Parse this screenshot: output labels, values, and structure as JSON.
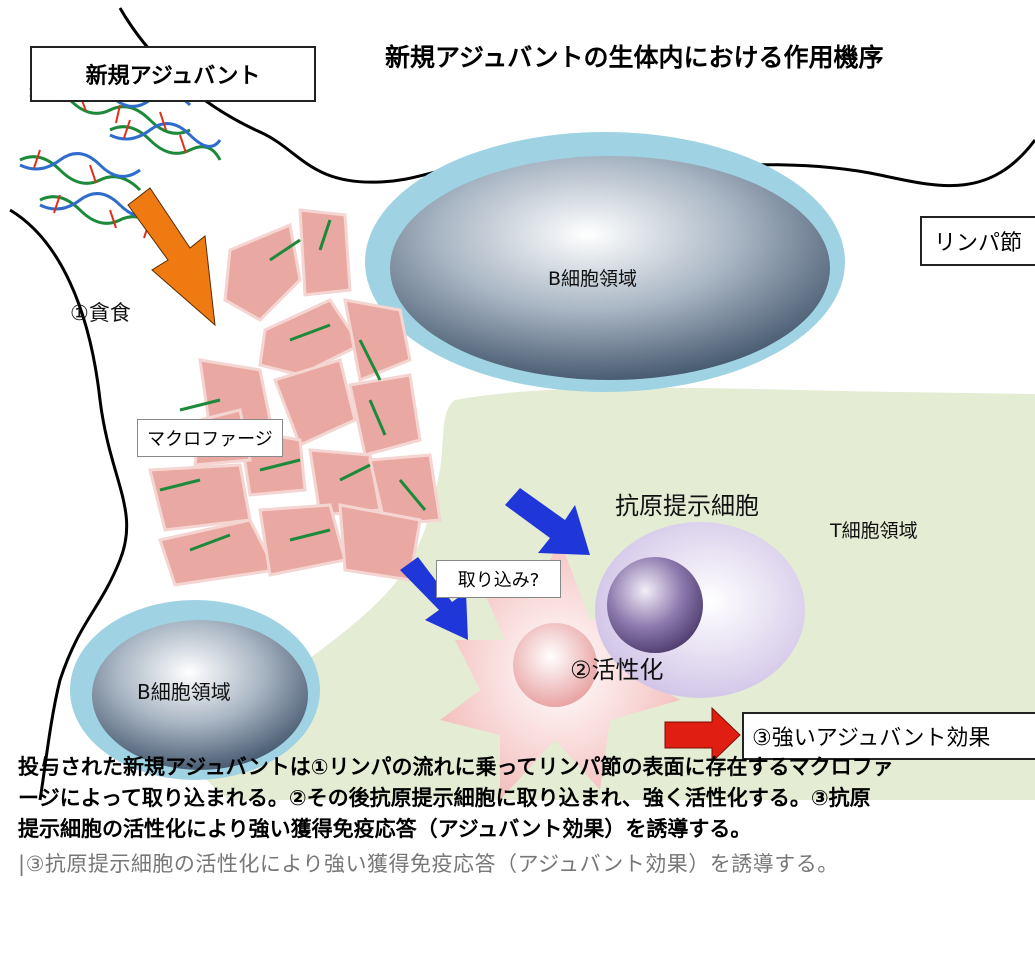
{
  "title": "新規アジュバントの生体内における作用機序",
  "labels": {
    "new_adjuvant": "新規アジュバント",
    "lymph_node": "リンパ節",
    "b_cell_zone_top": "B細胞領域",
    "b_cell_zone_bottom": "B細胞領域",
    "t_cell_zone": "T細胞領域",
    "phagocytosis": "①貪食",
    "macrophage": "マクロファージ",
    "antigen_presenting_cell": "抗原提示細胞",
    "uptake": "取り込み?",
    "activation": "②活性化",
    "strong_adjuvant_effect": "③強いアジュバント効果"
  },
  "caption": [
    "投与された新規アジュバントは①リンパの流れに乗ってリンパ節の表面に存在するマクロファ",
    "ージによって取り込まれる。②その後抗原提示細胞に取り込まれ、強く活性化する。③抗原",
    "提示細胞の活性化により強い獲得免疫応答（アジュバント効果）を誘導する。"
  ],
  "footer": "|③抗原提示細胞の活性化により強い獲得免疫応答（アジュバント効果）を誘導する。",
  "colors": {
    "b_cell_fill": "#3a5068",
    "b_cell_rim": "#9fd3e3",
    "t_cell_zone": "#e4ecd4",
    "macrophage": "#e9a9a2",
    "apc_body": "#ddd0ec",
    "apc_nucleus": "#6e5a90",
    "activated_cell": "#f6c2c0",
    "arrow_orange": "#f07a12",
    "arrow_blue": "#1f37d8",
    "arrow_red": "#e01e12",
    "dna_green": "#1c8a3a",
    "dna_blue": "#2f6ccc",
    "dna_red": "#e0301c"
  }
}
